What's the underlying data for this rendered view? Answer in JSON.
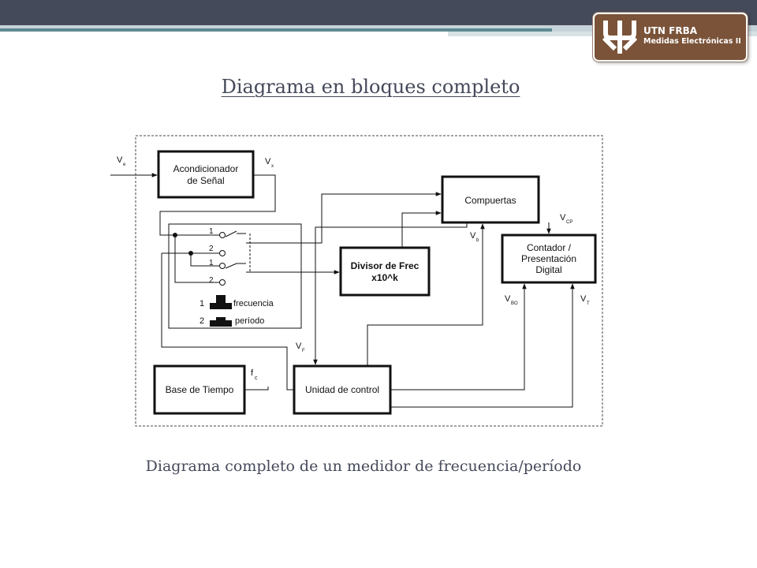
{
  "header": {
    "logo_title": "UTN FRBA",
    "logo_subtitle": "Medidas Electrónicas II"
  },
  "slide": {
    "title": "Diagrama en bloques completo",
    "caption": "Diagrama completo de un medidor de frecuencia/período"
  },
  "diagram": {
    "blocks": {
      "acondicionador_line1": "Acondicionador",
      "acondicionador_line2": "de Señal",
      "compuertas": "Compuertas",
      "divisor_line1": "Divisor de Frec",
      "divisor_line2": "x10^k",
      "contador_line1": "Contador /",
      "contador_line2": "Presentación",
      "contador_line3": "Digital",
      "base_tiempo": "Base de Tiempo",
      "unidad_control": "Unidad de control"
    },
    "signals": {
      "ve": "V",
      "ve_sub": "e",
      "vx": "V",
      "vx_sub": "x",
      "vcp": "V",
      "vcp_sub": "CP",
      "vb": "V",
      "vb_sub": "b",
      "vbo": "V",
      "vbo_sub": "BO",
      "vt": "V",
      "vt_sub": "T",
      "vf": "V",
      "vf_sub": "F",
      "fc": "f",
      "fc_sub": "c"
    },
    "switch": {
      "pos_1a": "1",
      "pos_2a": "2",
      "pos_1b": "1",
      "pos_2b": "2",
      "legend_1": "1",
      "legend_frecuencia": "frecuencia",
      "legend_2": "2",
      "legend_periodo": "período"
    }
  },
  "colors": {
    "topbar": "#454a5a",
    "stripe_light": "#c6d4d9",
    "stripe_teal": "#5e8a92",
    "logo_bg": "#7a5339",
    "title_text": "#454a5a"
  }
}
